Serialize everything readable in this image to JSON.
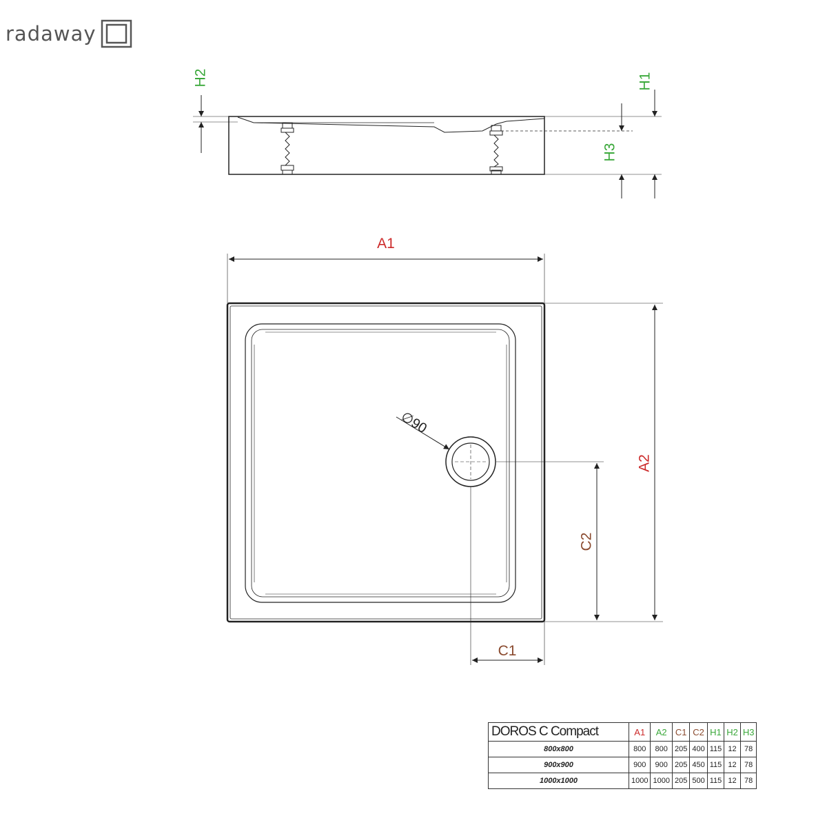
{
  "brand": {
    "name": "radaway"
  },
  "colors": {
    "red": "#cc2a2a",
    "green": "#3aa83a",
    "brown": "#8a4a2e",
    "line": "#222222"
  },
  "labels": {
    "a1": "A1",
    "a2": "A2",
    "c1": "C1",
    "c2": "C2",
    "h1": "H1",
    "h2": "H2",
    "h3": "H3",
    "drain": "∅90"
  },
  "table": {
    "model": "DOROS C Compact",
    "headers": [
      "A1",
      "A2",
      "C1",
      "C2",
      "H1",
      "H2",
      "H3"
    ],
    "rows": [
      {
        "size": "800x800",
        "values": [
          "800",
          "800",
          "205",
          "400",
          "115",
          "12",
          "78"
        ]
      },
      {
        "size": "900x900",
        "values": [
          "900",
          "900",
          "205",
          "450",
          "115",
          "12",
          "78"
        ]
      },
      {
        "size": "1000x1000",
        "values": [
          "1000",
          "1000",
          "205",
          "500",
          "115",
          "12",
          "78"
        ]
      }
    ]
  }
}
